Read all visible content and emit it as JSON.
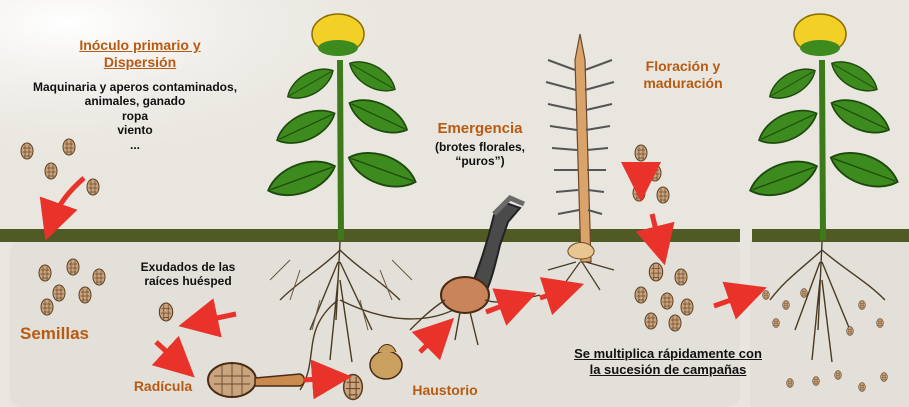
{
  "primary": {
    "title_line1": "Inóculo primario y",
    "title_line2": "Dispersión",
    "items": [
      "Maquinaria y aperos contaminados,",
      "animales, ganado",
      "ropa",
      "viento",
      "..."
    ]
  },
  "emergence": {
    "title": "Emergencia",
    "sub_line1": "(brotes florales,",
    "sub_line2": "“puros”)"
  },
  "flowering": {
    "line1": "Floración y",
    "line2": "maduración"
  },
  "exudates": {
    "line1": "Exudados de las",
    "line2": "raíces huésped"
  },
  "seeds": "Semillas",
  "radicle": "Radícula",
  "haustorium": "Haustorio",
  "multiply": {
    "line1": "Se multiplica rápidamente con",
    "line2": "la sucesión de campañas"
  },
  "colors": {
    "label_brown": "#b85a12",
    "arrow_red": "#e8322a",
    "soil": "#e9e6df",
    "ground_line": "#4f5a25",
    "leaf_green": "#3d8a1e",
    "flower_yellow": "#f2d027",
    "parasite_tan": "#d9a36a"
  },
  "icons": [
    "sunflower-host-plant-icon",
    "broomrape-spike-icon",
    "seed-icon",
    "germinating-seed-icon",
    "arrow-icon"
  ]
}
